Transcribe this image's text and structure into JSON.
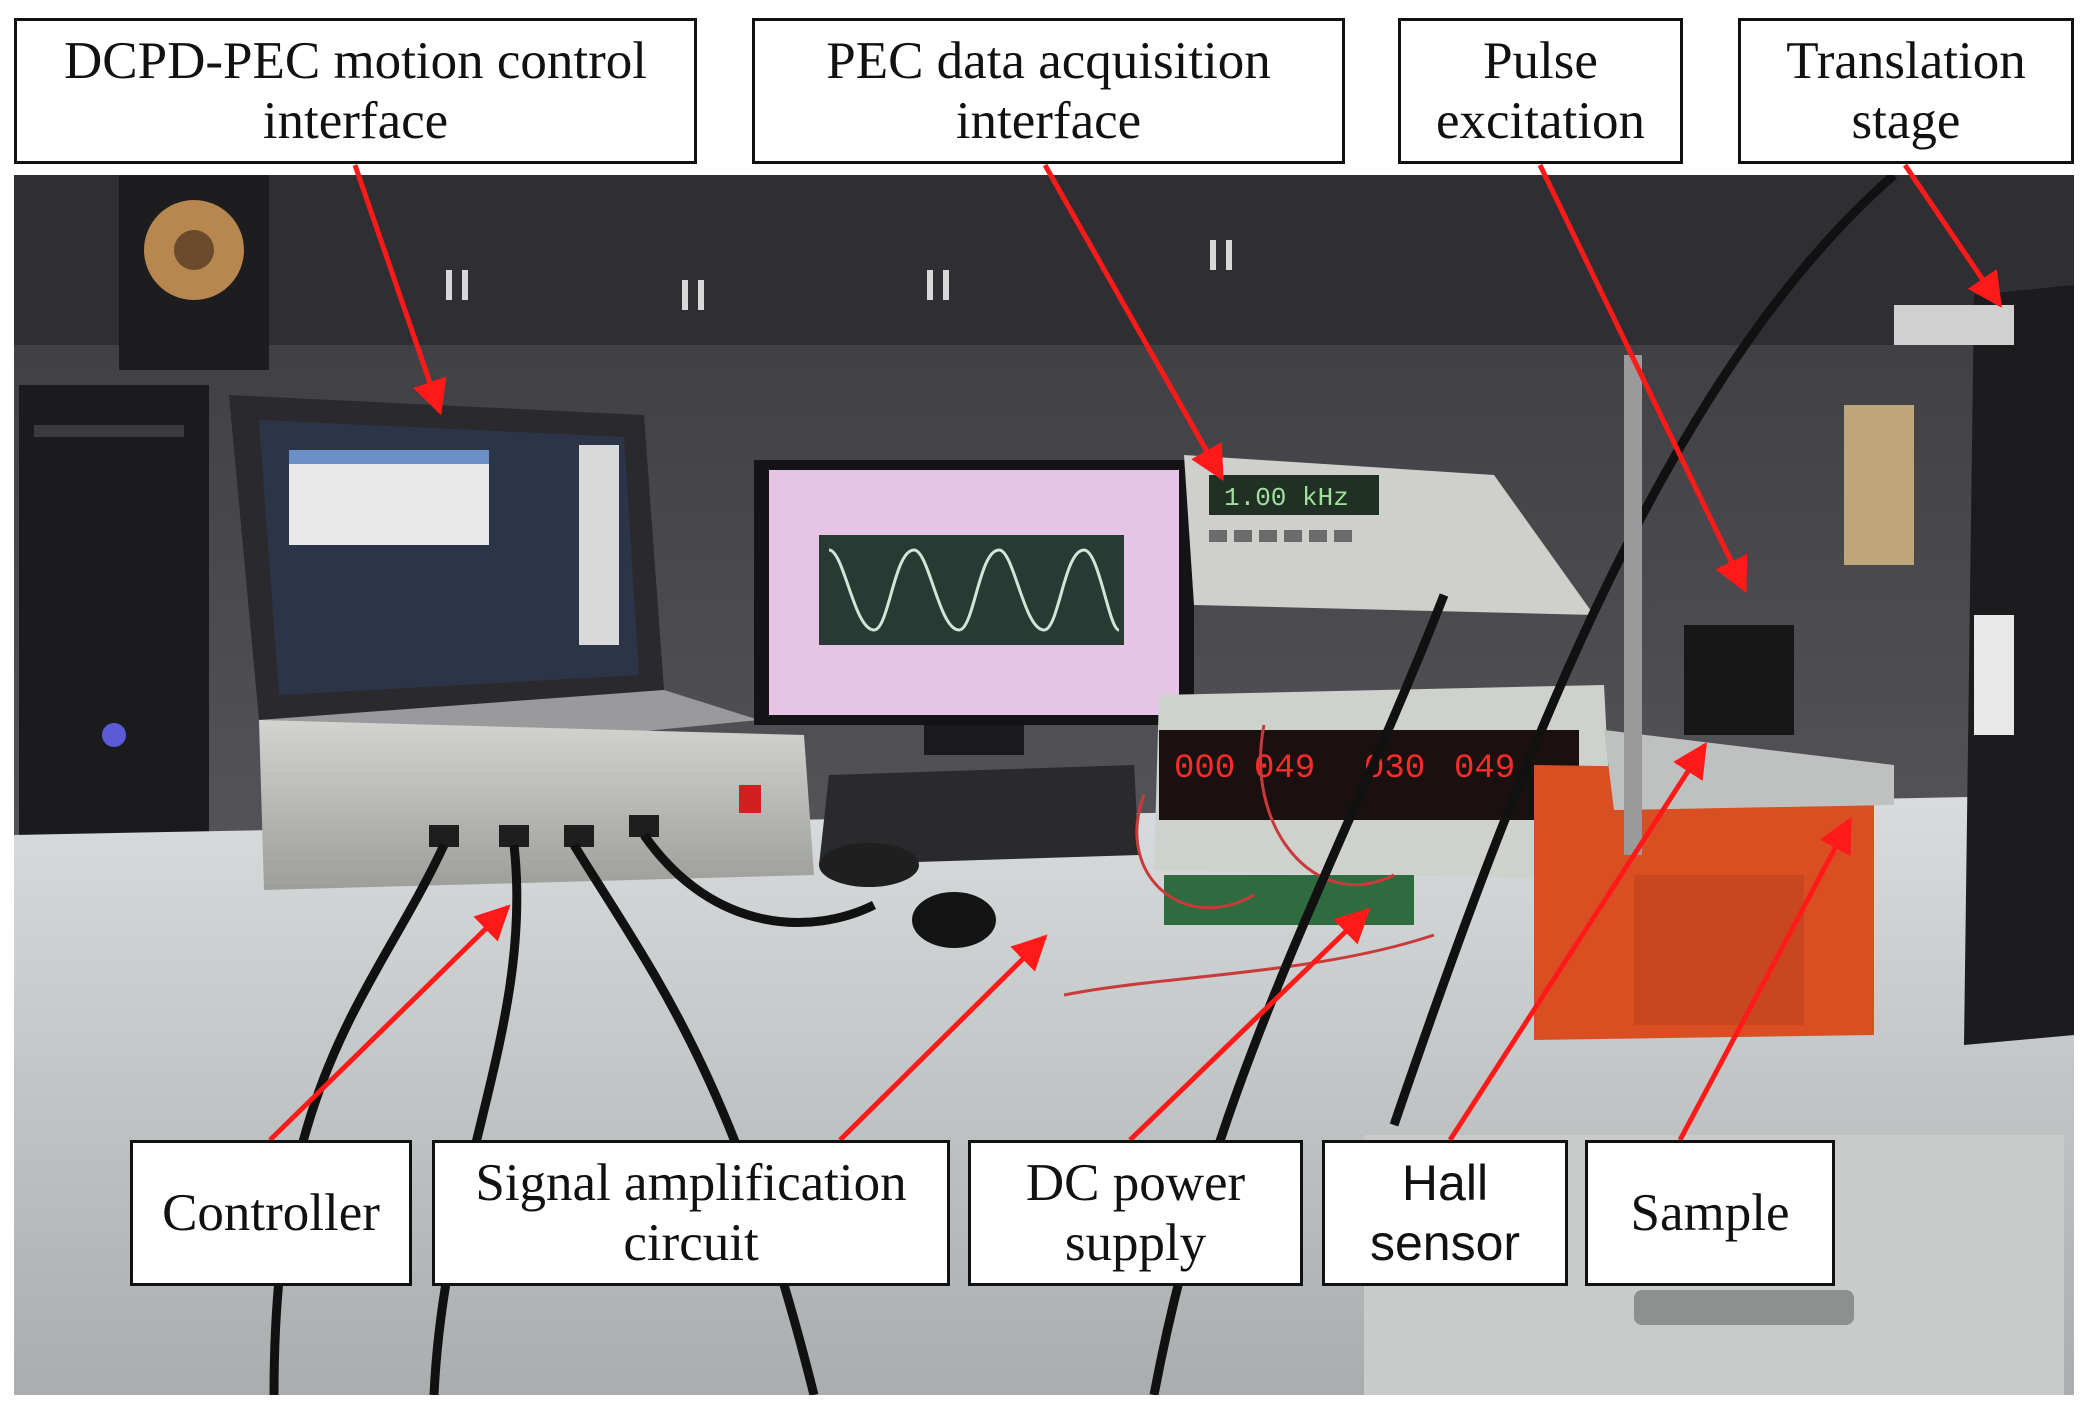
{
  "labels": {
    "motion_control": "DCPD-PEC motion control\ninterface",
    "data_acquisition": "PEC data acquisition\ninterface",
    "pulse": "Pulse\nexcitation",
    "translation": "Translation\nstage",
    "controller": "Controller",
    "signal_amp": "Signal amplification\ncircuit",
    "dc_power": "DC power\nsupply",
    "hall": "Hall\nsensor",
    "sample": "Sample"
  },
  "instrument_displays": {
    "function_generator": "1.00 kHz",
    "power_supply": [
      "000",
      "049",
      "030",
      "049"
    ]
  },
  "colors": {
    "arrow": "#ff1a1a",
    "label_border": "#111111",
    "label_fill": "#ffffff"
  }
}
